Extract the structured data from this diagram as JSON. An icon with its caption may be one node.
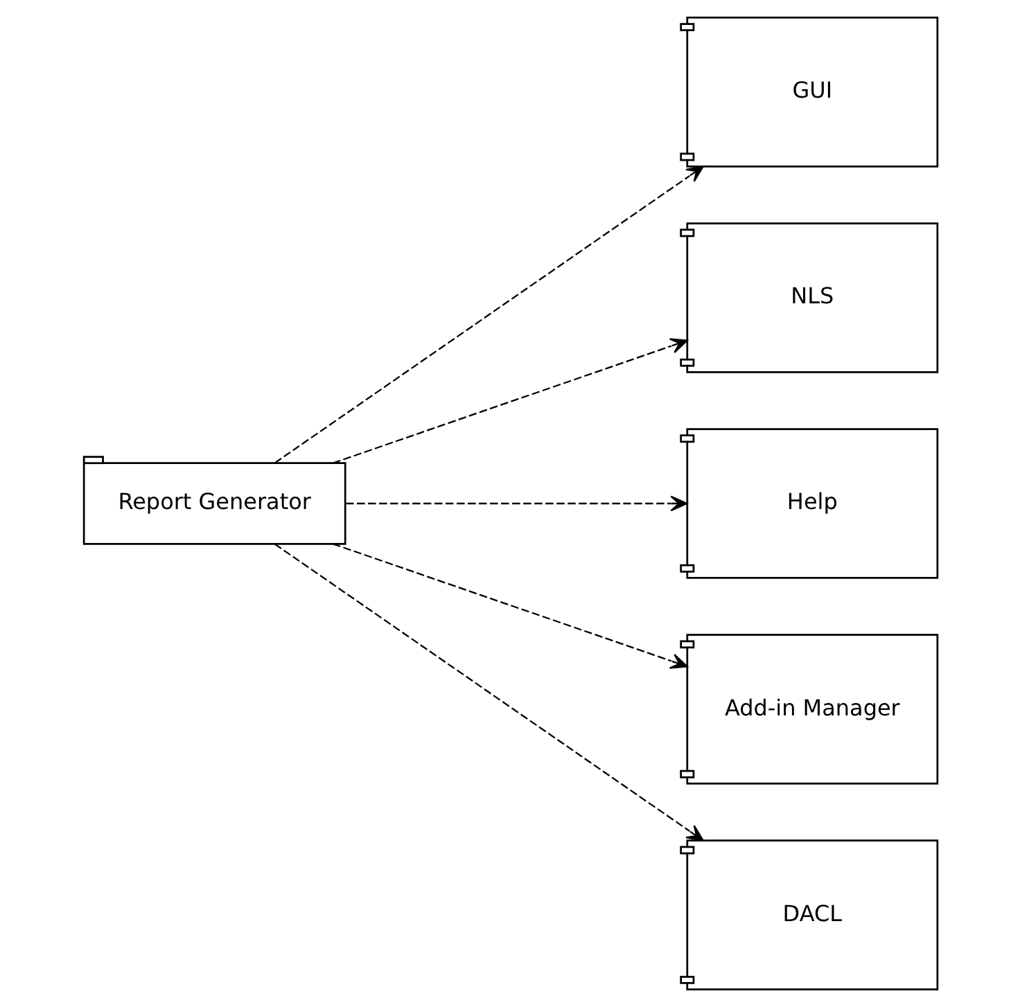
{
  "diagram": {
    "nodes": [
      {
        "text": [
          "Report Generator"
        ]
      },
      {
        "text": [
          "GUI"
        ]
      },
      {
        "text": [
          "NLS"
        ]
      },
      {
        "text": [
          "Help"
        ]
      },
      {
        "text": [
          "Add-in Manager"
        ]
      },
      {
        "text": [
          "DACL"
        ]
      }
    ],
    "edges": [
      {
        "from": 0,
        "to": 1,
        "arrow": "to",
        "style": "dashed"
      },
      {
        "from": 0,
        "to": 2,
        "arrow": "to",
        "style": "dashed"
      },
      {
        "from": 0,
        "to": 3,
        "arrow": "to",
        "style": "dashed"
      },
      {
        "from": 0,
        "to": 4,
        "arrow": "to",
        "style": "dashed"
      },
      {
        "from": 0,
        "to": 5,
        "arrow": "to",
        "style": "dashed"
      }
    ]
  }
}
